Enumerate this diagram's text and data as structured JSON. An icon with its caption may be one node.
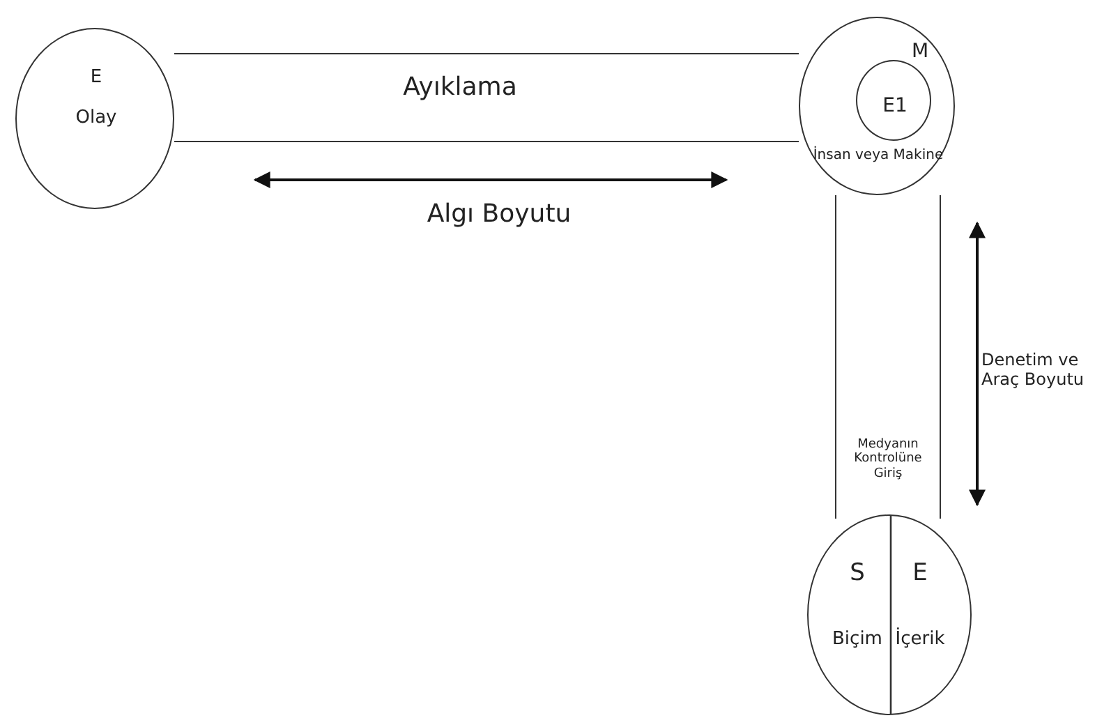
{
  "diagram": {
    "nodes": [
      {
        "text": [
          "E",
          "Olay"
        ]
      },
      {
        "text": [
          "Ayıklama"
        ]
      },
      {
        "text": [
          "M",
          "İnsan veya Makine"
        ]
      },
      {
        "text": [
          "E1"
        ],
        "in": 2
      },
      {
        "text": [
          "Medyanın Kontrolüne Giriş"
        ]
      },
      {
        "text": [
          "S",
          "E",
          "Biçim",
          "İçerik"
        ]
      }
    ],
    "labels": [
      "Algı Boyutu",
      "Denetim ve Araç Boyutu"
    ]
  }
}
